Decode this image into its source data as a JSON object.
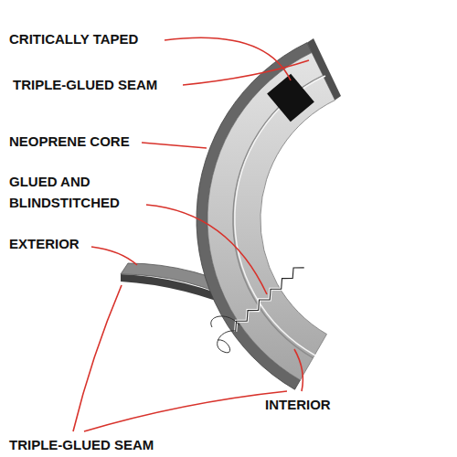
{
  "diagram": {
    "labels": [
      "CRITICALLY TAPED",
      "TRIPLE-GLUED SEAM",
      "NEOPRENE CORE",
      "GLUED AND BLINDSTITCHED",
      "EXTERIOR",
      "INTERIOR",
      "TRIPLE-GLUED SEAM"
    ]
  }
}
